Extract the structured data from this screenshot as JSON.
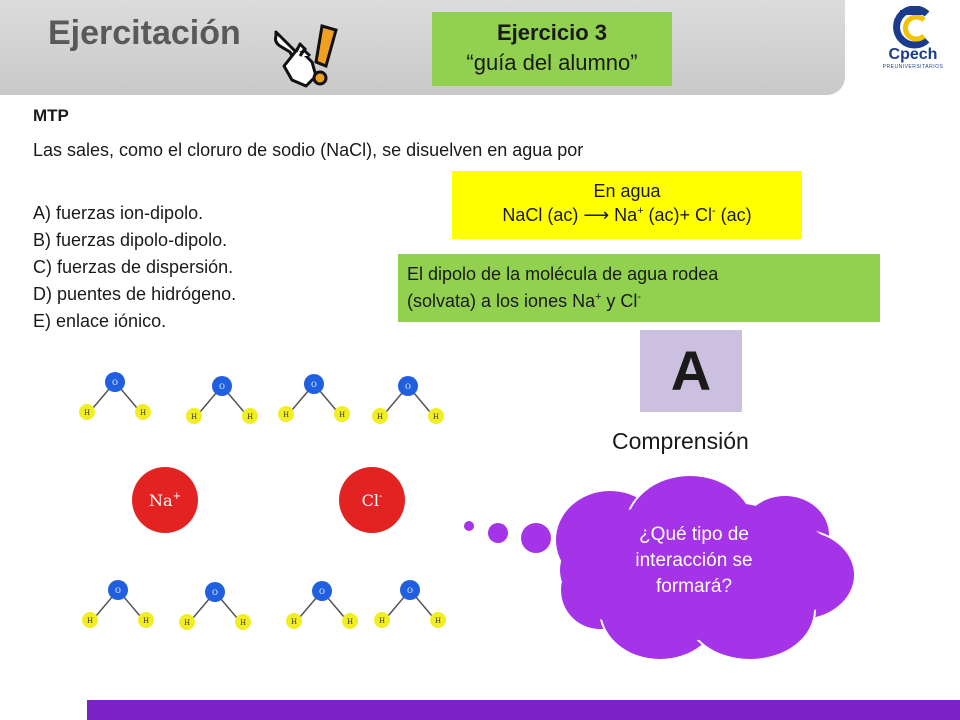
{
  "header": {
    "title": "Ejercitación",
    "hand_icon": "pointing-hand-exclamation-icon",
    "exercise_label": "Ejercicio 3",
    "exercise_subtitle": "“guía del alumno”"
  },
  "logo": {
    "name": "Cpech",
    "subtitle": "PREUNIVERSITARIOS"
  },
  "question": {
    "tag": "MTP",
    "stem": "Las sales, como el cloruro de sodio (NaCl), se disuelven en agua por",
    "options": [
      "A) fuerzas ion-dipolo.",
      "B) fuerzas dipolo-dipolo.",
      "C) fuerzas de dispersión.",
      "D) puentes de hidrógeno.",
      "E) enlace iónico."
    ]
  },
  "hint_yellow": {
    "line1": "En agua",
    "equation_start": "NaCl (ac) ⟶ Na",
    "charge_plus": "+",
    "equation_mid": " (ac)+  Cl",
    "charge_minus": "-",
    "equation_end": " (ac)"
  },
  "hint_green": {
    "line1": "El dipolo de la molécula de agua rodea",
    "line2_start": "(solvata) a los iones Na",
    "charge_plus": "+",
    "line2_mid": " y Cl",
    "charge_minus": "-"
  },
  "answer": {
    "letter": "A",
    "skill": "Comprensión"
  },
  "diagram": {
    "sodium_label": "Na",
    "sodium_charge": "+",
    "chloride_label": "Cl",
    "chloride_charge": "-",
    "oxygen_label": "O",
    "hydrogen_label": "H",
    "colors": {
      "ion": "#e32222",
      "oxygen": "#1f5fe0",
      "hydrogen": "#f2ee22"
    }
  },
  "thought_bubble": {
    "text": "¿Qué tipo de interacción se formará?",
    "color": "#a533e8"
  },
  "colors": {
    "header_band": "#cfcfcf",
    "exercise_box": "#92d050",
    "yellow_box": "#ffff00",
    "green_box": "#92d050",
    "answer_box": "#ccc0e0",
    "footer_bar": "#7b22c8"
  }
}
